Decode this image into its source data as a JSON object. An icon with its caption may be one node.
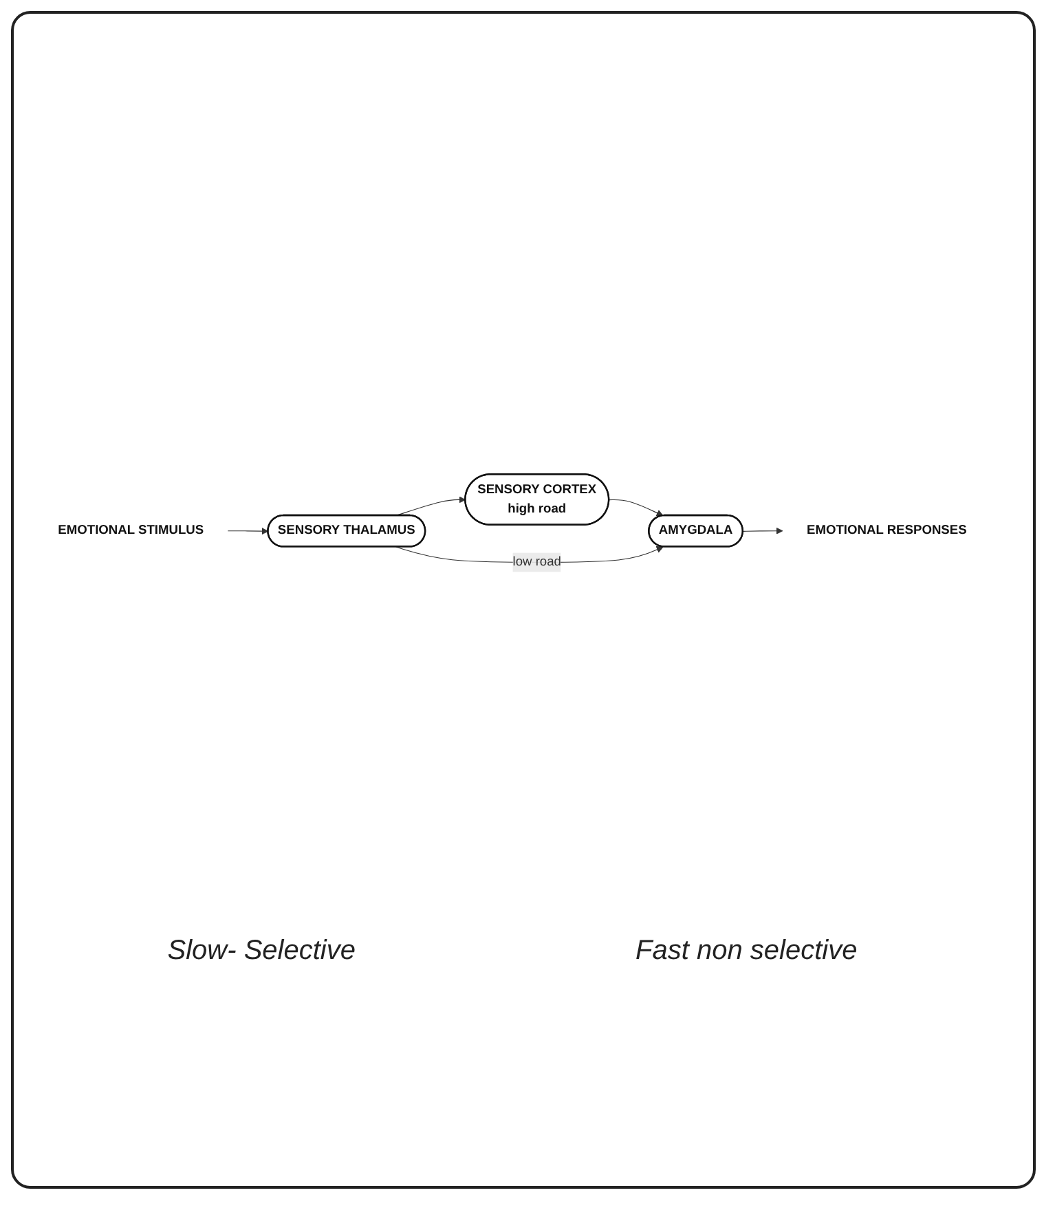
{
  "diagram": {
    "nodes": [
      {
        "text": [
          "SENSORY CORTEX",
          "high road"
        ]
      },
      {
        "text": [
          "SENSORY THALAMUS"
        ]
      },
      {
        "text": [
          "AMYGDALA"
        ]
      },
      {
        "text": [
          "EMOTIONAL STIMULUS"
        ]
      },
      {
        "text": [
          "EMOTIONAL RESPONSES"
        ]
      }
    ],
    "edges": [
      {
        "from": 3,
        "to": 1,
        "arrow": "to"
      },
      {
        "from": 1,
        "to": 0,
        "arrow": "to"
      },
      {
        "from": 0,
        "to": 2,
        "arrow": "to"
      },
      {
        "from": 1,
        "to": 2,
        "arrow": "to",
        "label": "low road"
      },
      {
        "from": 2,
        "to": 4,
        "arrow": "to"
      }
    ],
    "labels": [
      "Slow- Selective",
      "Fast non selective"
    ]
  }
}
